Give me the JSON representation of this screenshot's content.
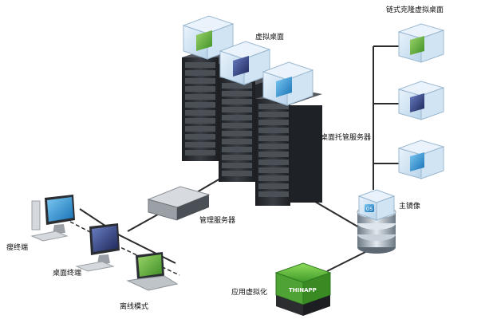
{
  "labels": {
    "linked_clone": "链式克隆虚拟桌面",
    "virtual_desktop": "虚拟桌面",
    "desktop_host": "桌面托管服务器",
    "master_image": "主镜像",
    "mgmt_server": "管理服务器",
    "thin_client": "瘦终端",
    "desktop_terminal": "桌面终端",
    "offline_mode": "离线模式",
    "app_virtualization": "应用虚拟化"
  },
  "badges": {
    "thinapp": "THINAPP",
    "os": "OS"
  },
  "colors": {
    "green": "#5fb33a",
    "blue": "#1f8fd4",
    "navy": "#2b3a7a",
    "rack": "#2a2d31",
    "line": "#2b2b2b"
  }
}
